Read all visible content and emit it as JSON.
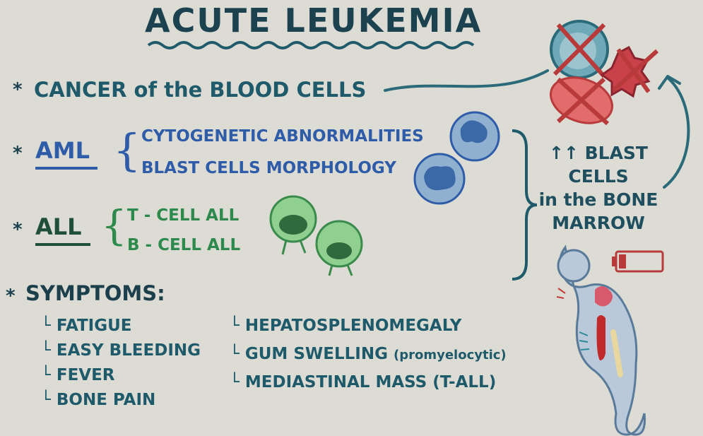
{
  "title": "ACUTE LEUKEMIA",
  "bullet_symbol": "*",
  "cancer": "CANCER of the BLOOD CELLS",
  "aml": {
    "label": "AML",
    "items": [
      "CYTOGENETIC ABNORMALITIES",
      "BLAST CELLS MORPHOLOGY"
    ]
  },
  "all": {
    "label": "ALL",
    "items": [
      "T - CELL ALL",
      "B - CELL ALL"
    ]
  },
  "blast": {
    "line1": "↑↑ BLAST",
    "line2": "CELLS",
    "line3": "in the BONE",
    "line4": "MARROW"
  },
  "symptoms": {
    "label": "SYMPTOMS:",
    "left": [
      "FATIGUE",
      "EASY BLEEDING",
      "FEVER",
      "BONE PAIN"
    ],
    "right": [
      "HEPATOSPLENOMEGALY",
      "GUM SWELLING",
      "MEDIASTINAL MASS (T-ALL)"
    ],
    "gum_note": "(promyelocytic)"
  },
  "colors": {
    "teal": "#1f5a6b",
    "blue": "#2f5ca8",
    "green": "#2e8a4c",
    "red": "#c23b3b",
    "background": "#dcdcd5"
  }
}
